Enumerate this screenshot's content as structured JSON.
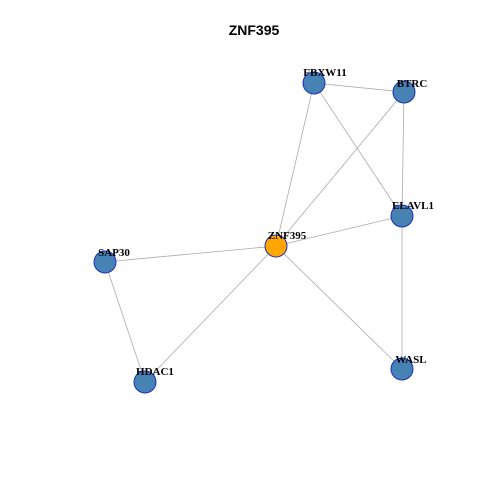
{
  "title": "ZNF395",
  "colors": {
    "center_node": "#FFA500",
    "neighbor_node": "#4682B4",
    "node_stroke": "#1C2FB8",
    "edge": "#AAAAAA"
  },
  "nodes": [
    {
      "id": "ZNF395",
      "label": "ZNF395",
      "role": "center"
    },
    {
      "id": "FBXW11",
      "label": "FBXW11",
      "role": "neighbor"
    },
    {
      "id": "BTRC",
      "label": "BTRC",
      "role": "neighbor"
    },
    {
      "id": "ELAVL1",
      "label": "ELAVL1",
      "role": "neighbor"
    },
    {
      "id": "SAP30",
      "label": "SAP30",
      "role": "neighbor"
    },
    {
      "id": "HDAC1",
      "label": "HDAC1",
      "role": "neighbor"
    },
    {
      "id": "WASL",
      "label": "WASL",
      "role": "neighbor"
    }
  ],
  "edges": [
    [
      "FBXW11",
      "BTRC"
    ],
    [
      "FBXW11",
      "ZNF395"
    ],
    [
      "FBXW11",
      "ELAVL1"
    ],
    [
      "BTRC",
      "ZNF395"
    ],
    [
      "BTRC",
      "ELAVL1"
    ],
    [
      "ELAVL1",
      "ZNF395"
    ],
    [
      "ELAVL1",
      "WASL"
    ],
    [
      "SAP30",
      "ZNF395"
    ],
    [
      "SAP30",
      "HDAC1"
    ],
    [
      "HDAC1",
      "ZNF395"
    ],
    [
      "ZNF395",
      "WASL"
    ]
  ]
}
